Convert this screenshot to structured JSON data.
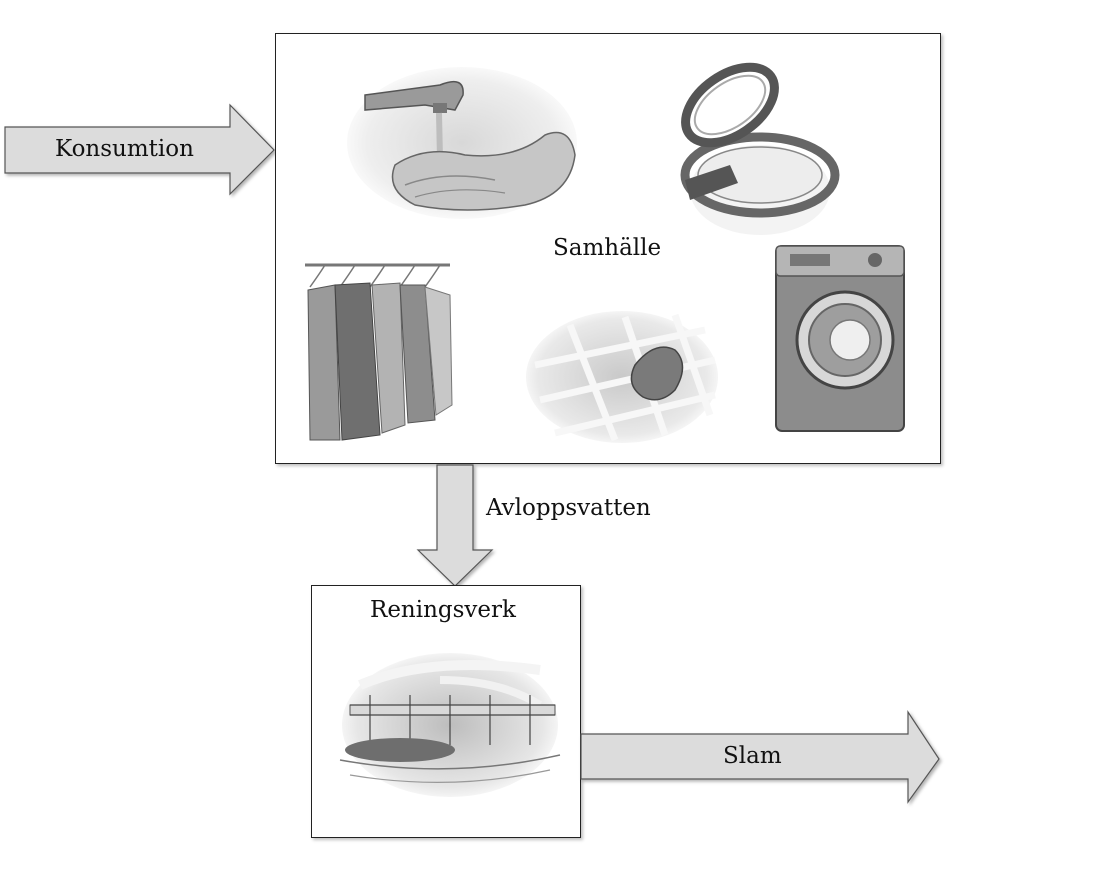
{
  "diagram": {
    "input_arrow_label": "Konsumtion",
    "society_label": "Samhälle",
    "wastewater_label": "Avloppsvatten",
    "plant_label": "Reningsverk",
    "output_arrow_label": "Slam"
  },
  "colors": {
    "arrow_fill": "#dcdcdc",
    "arrow_stroke": "#555555",
    "box_border": "#222222",
    "sketch_dark": "#555555",
    "sketch_light": "#cfcfcf"
  },
  "icons": [
    "water-tap-hands-icon",
    "toilet-seat-icon",
    "clothes-rack-icon",
    "sponge-tiles-icon",
    "washing-machine-icon",
    "treatment-plant-icon"
  ]
}
